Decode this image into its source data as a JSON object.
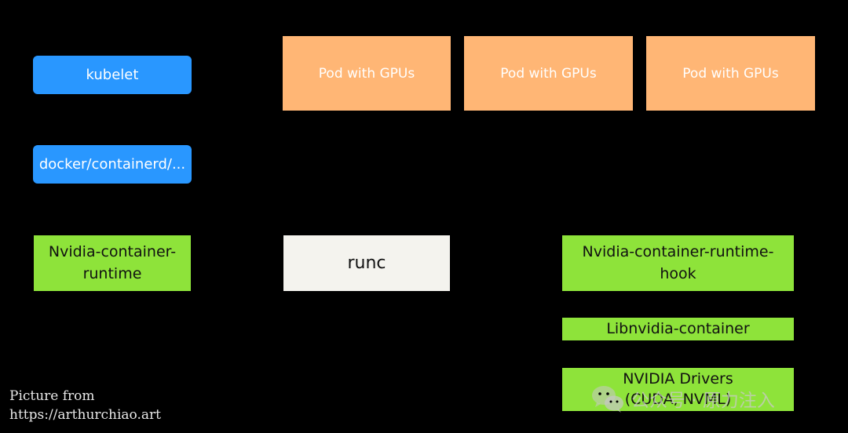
{
  "boxes": {
    "kubelet": "kubelet",
    "docker": "docker/containerd/...",
    "pods": [
      "Pod with GPUs",
      "Pod with GPUs",
      "Pod with GPUs"
    ],
    "nvidia_container_runtime": [
      "Nvidia-container-",
      "runtime"
    ],
    "runc": "runc",
    "runtime_hook": [
      "Nvidia-container-runtime-",
      "hook"
    ],
    "libnvidia": "Libnvidia-container",
    "drivers": [
      "NVIDIA Drivers",
      "(CUDA, NVML)"
    ]
  },
  "caption": [
    "Picture from",
    "https://arthurchiao.art"
  ],
  "watermark": "公众号 · 原力注入",
  "colors": {
    "background": "#000000",
    "blue": "#2997FF",
    "orange": "#FFB675",
    "green": "#8EE33A",
    "white": "#F4F3EE"
  }
}
